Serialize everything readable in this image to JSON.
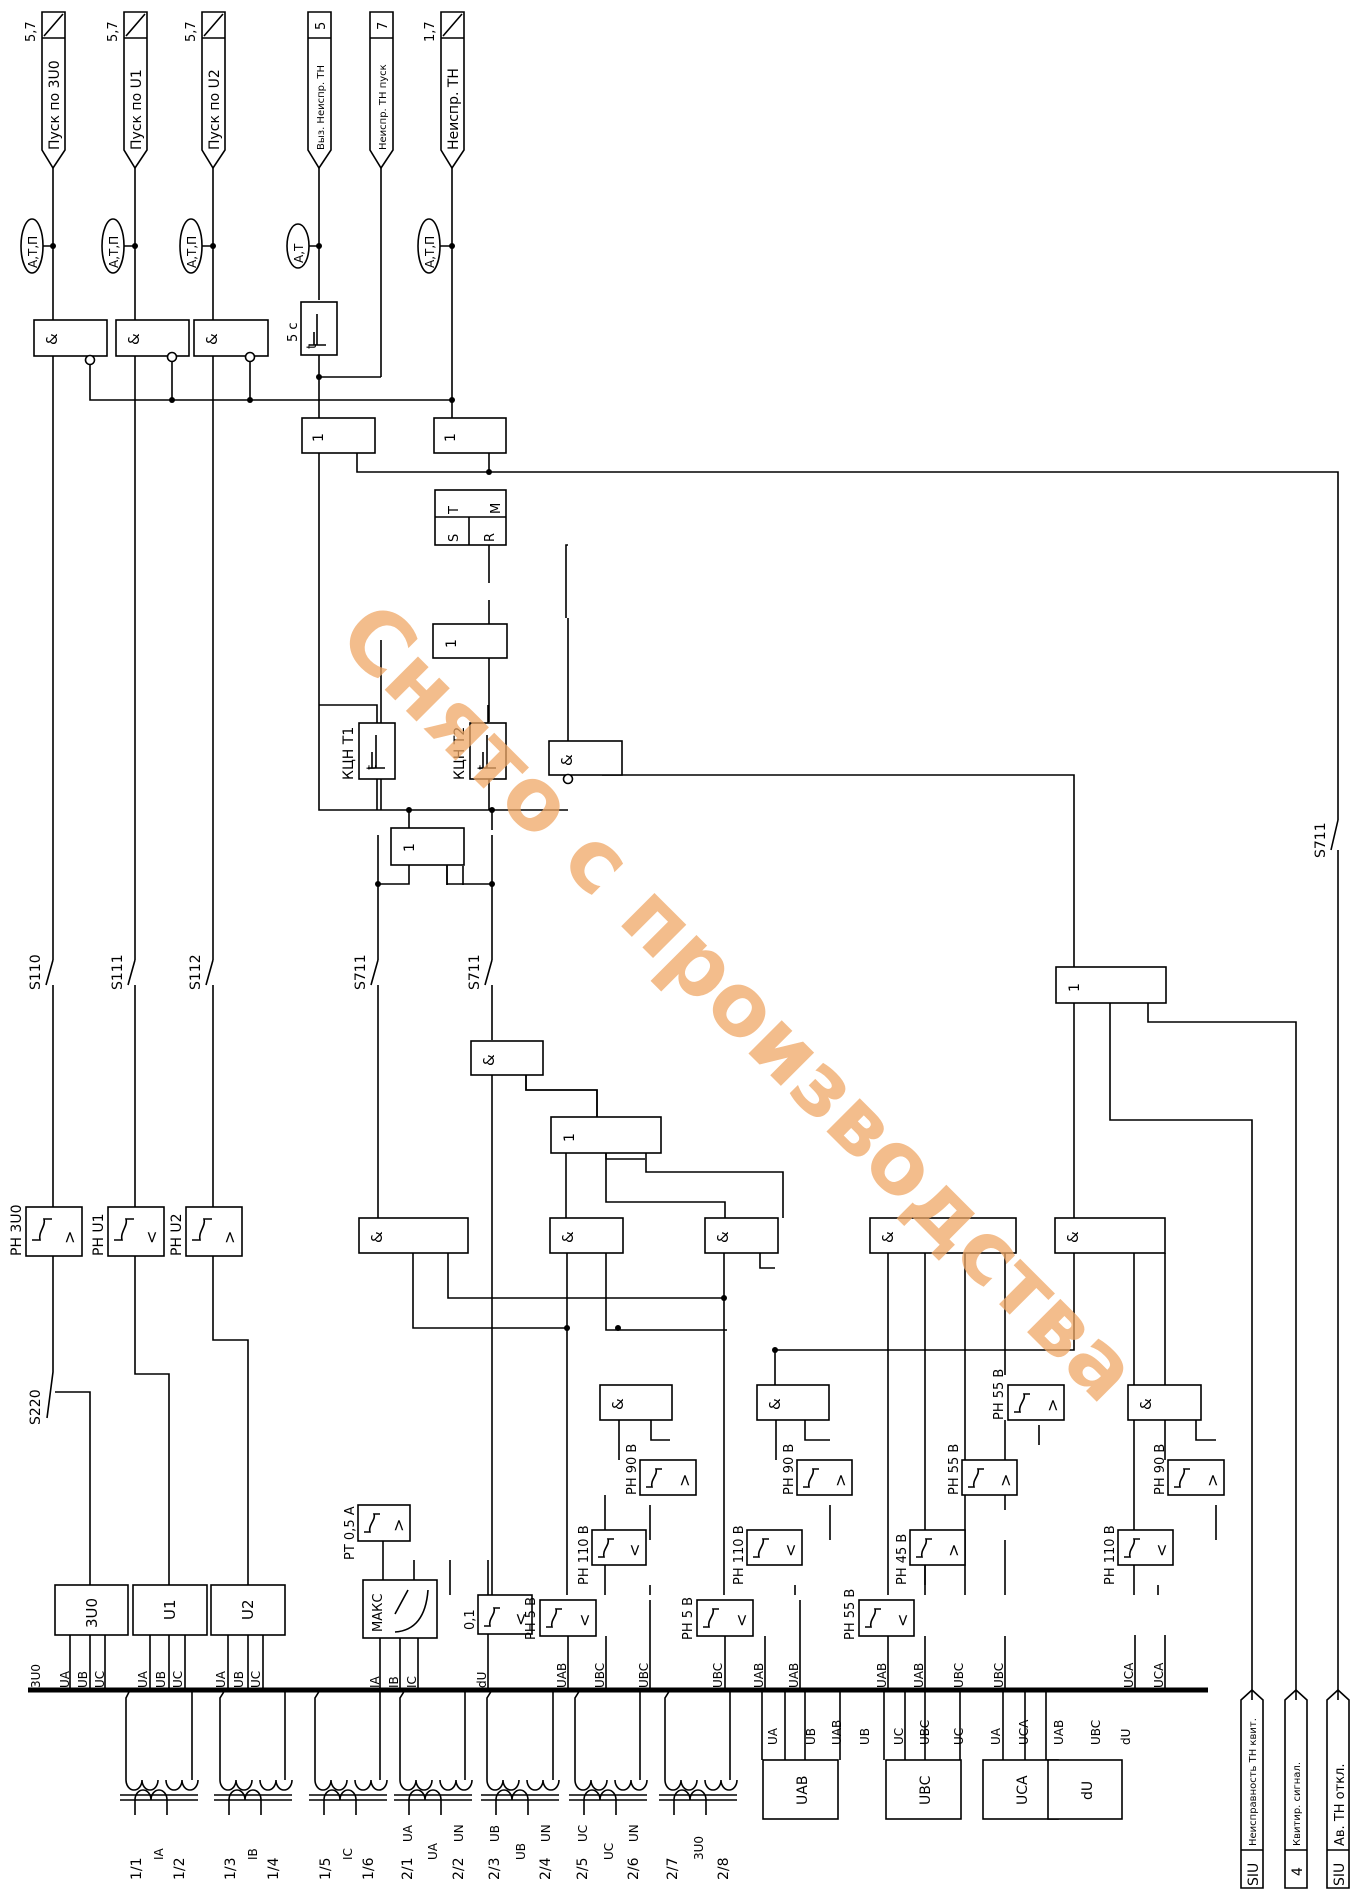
{
  "outputs": [
    {
      "ref": "5,7",
      "label": "Пуск по 3U0",
      "mark": "А,Т,П"
    },
    {
      "ref": "5,7",
      "label": "Пуск по U1",
      "mark": "А,Т,П"
    },
    {
      "ref": "5,7",
      "label": "Пуск по U2",
      "mark": "А,Т,П"
    },
    {
      "ref": "5",
      "label": "Выз. Неиспр. ТН",
      "mark": "А,Т"
    },
    {
      "ref": "7",
      "label": "Неиспр. ТН пуск",
      "mark": ""
    },
    {
      "ref": "1,7",
      "label": "Неиспр. ТН",
      "mark": "А,Т,П"
    }
  ],
  "logic": {
    "and": "&",
    "or": "1",
    "timer": "t",
    "timer_5s": "5 с",
    "trigger_s": "S",
    "trigger_t": "T",
    "trigger_m": "M",
    "trigger_r": "R",
    "kcn_t1": "КЦН Т1",
    "kcn_t2": "КЦН Т2"
  },
  "switches": {
    "s110": "S110",
    "s111": "S111",
    "s112": "S112",
    "s220": "S220",
    "s711": "S711"
  },
  "relays": {
    "rn_3u0": "РН 3U0",
    "rn_u1": "РН U1",
    "rn_u2": "РН U2",
    "rt_05": "РТ 0,5 А",
    "dv_01": "0,1",
    "rn_5": "РН 5 В",
    "rn_110": "РН 110 В",
    "rn_90": "РН 90 В",
    "rn_45": "РН 45 В",
    "rn_55": "РН 55 В",
    "gt": ">",
    "lt": "<"
  },
  "calc": {
    "b_3u0": "3U0",
    "b_u1": "U1",
    "b_u2": "U2",
    "maks": "МАКС"
  },
  "bus_labels": {
    "u30": "3U0",
    "ua": "UA",
    "ub": "UB",
    "uc": "UC",
    "ia": "IA",
    "ib": "IB",
    "ic": "IC",
    "du": "dU",
    "uab": "UAB",
    "ubc": "UBC",
    "uca": "UCA"
  },
  "inputs": {
    "in_1_1": "1/1",
    "in_1_2": "1/2",
    "in_1_3": "1/3",
    "in_1_4": "1/4",
    "in_1_5": "1/5",
    "in_1_6": "1/6",
    "in_2_1": "2/1",
    "in_2_2": "2/2",
    "in_2_3": "2/3",
    "in_2_4": "2/4",
    "in_2_5": "2/5",
    "in_2_6": "2/6",
    "in_2_7": "2/7",
    "in_2_8": "2/8",
    "un": "UN"
  },
  "right_inputs": {
    "siu": "SIU",
    "kvit_label": "Неисправность ТН квит.",
    "num4": "4",
    "kvit_signal": "Квитир. сигнал.",
    "av_label": "Ав. ТН откл."
  },
  "watermark": "Снято с производства"
}
